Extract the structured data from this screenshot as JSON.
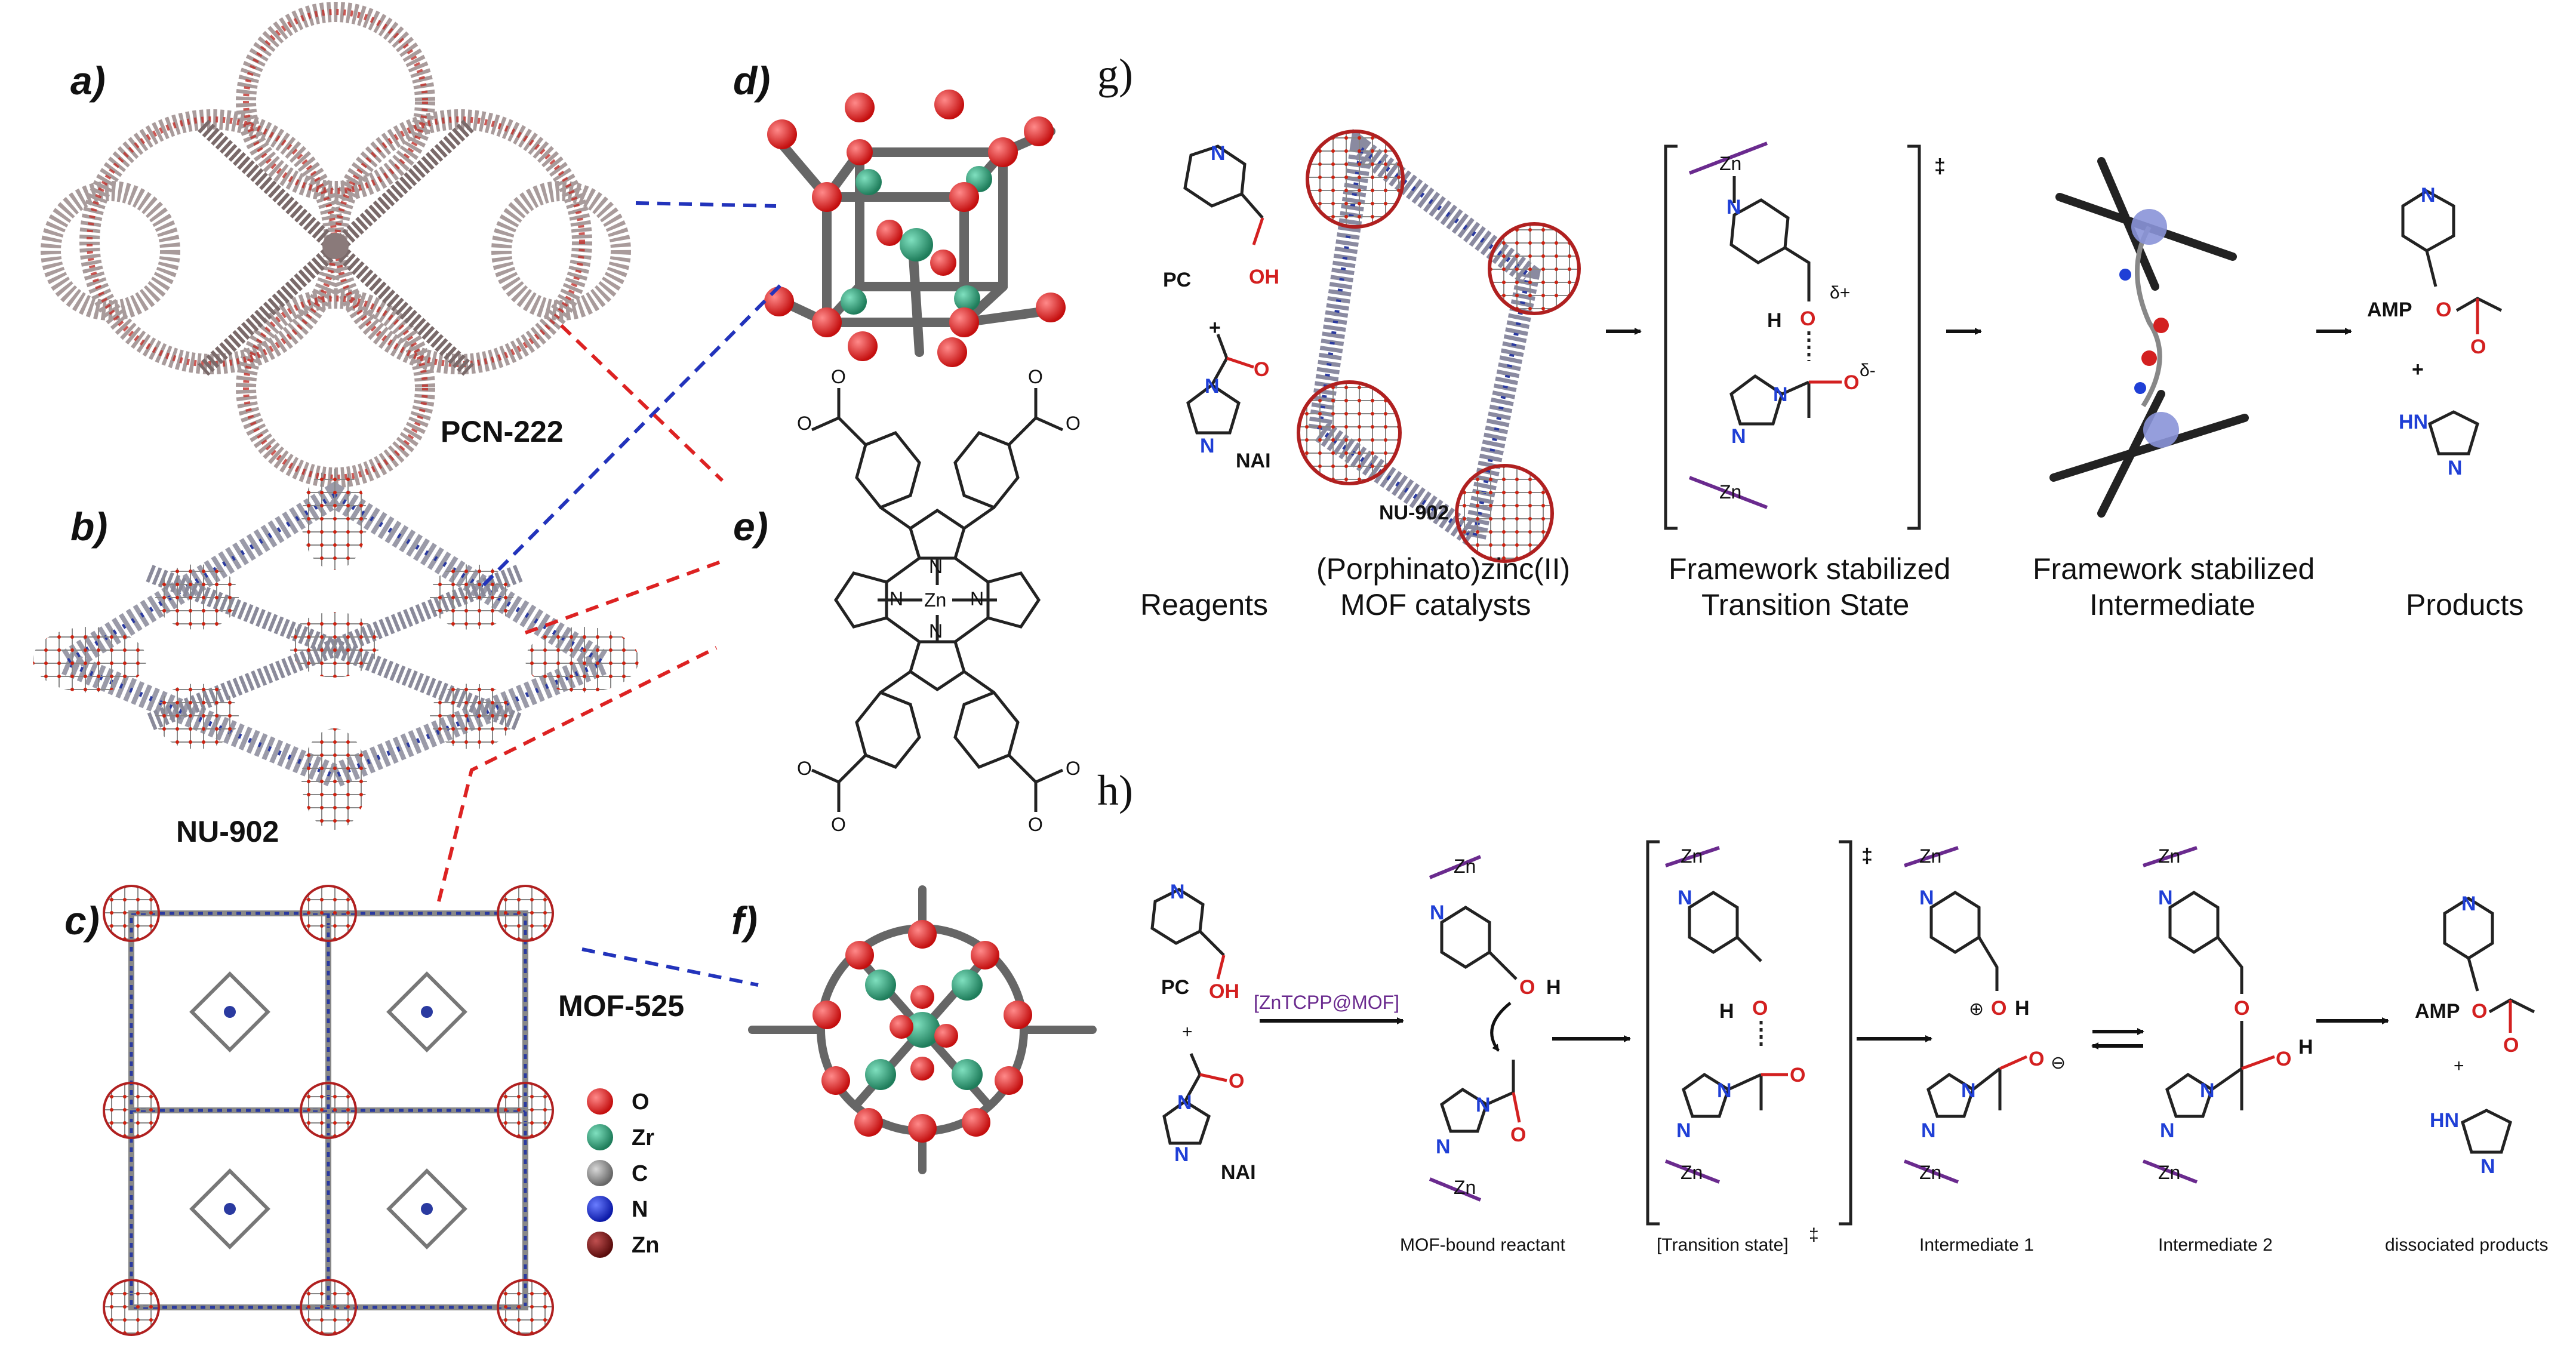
{
  "panels": {
    "a": "a)",
    "b": "b)",
    "c": "c)",
    "d": "d)",
    "e": "e)",
    "f": "f)",
    "g": "g)",
    "h": "h)"
  },
  "mofs": {
    "pcn222": "PCN-222",
    "nu902": "NU-902",
    "mof525": "MOF-525",
    "nu902_g": "NU-902"
  },
  "legend": [
    {
      "label": "O",
      "color": "#d81e1e"
    },
    {
      "label": "Zr",
      "color": "#2e9c74"
    },
    {
      "label": "C",
      "color": "#8a8a8a"
    },
    {
      "label": "N",
      "color": "#1d2fd0"
    },
    {
      "label": "Zn",
      "color": "#7a1414"
    }
  ],
  "porphyrin": {
    "zn": "Zn",
    "n": "N",
    "carboxylate": "O",
    "charge": "–"
  },
  "panel_g": {
    "captions": {
      "reagents": "Reagents",
      "catalyst_1": "(Porphinato)zinc(II)",
      "catalyst_2": "MOF catalysts",
      "ts_1": "Framework stabilized",
      "ts_2": "Transition State",
      "int_1": "Framework stabilized",
      "int_2": "Intermediate",
      "products": "Products"
    },
    "labels": {
      "pc": "PC",
      "oh": "OH",
      "plus": "+",
      "nai": "NAI",
      "amp": "AMP",
      "zn": "Zn",
      "h": "H",
      "o": "O",
      "n": "N",
      "hn": "HN",
      "delta_plus": "δ+",
      "delta_minus": "δ-",
      "dagger": "‡"
    }
  },
  "panel_h": {
    "catalyst": "[ZnTCPP@MOF]",
    "captions": {
      "bound": "MOF-bound reactant",
      "ts": "[Transition state]",
      "ts_dagger": "‡",
      "int1": "Intermediate 1",
      "int2": "Intermediate 2",
      "dissociated": "dissociated products"
    },
    "labels": {
      "pc": "PC",
      "oh": "OH",
      "plus": "+",
      "nai": "NAI",
      "amp": "AMP",
      "zn": "Zn",
      "h": "H",
      "o": "O",
      "n": "N",
      "hn": "HN",
      "dagger": "‡",
      "oplus": "⊕",
      "ominus": "⊖"
    }
  }
}
